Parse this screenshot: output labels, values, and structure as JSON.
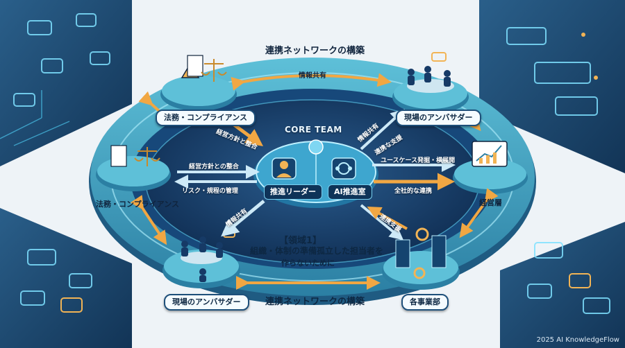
{
  "titles": {
    "top": "連携ネットワークの構築",
    "bottom": "連携ネットワークの構築",
    "core": "CORE TEAM"
  },
  "center": {
    "leader": "推進リーダー",
    "ai_office": "AI推進室",
    "area_title": "【領域1】",
    "area_line1": "組織・体制の準備孤立した担当者を",
    "area_line2": "作らないために"
  },
  "nodes": {
    "legal_top": "法務・コンプライアンス",
    "ambassador_top": "現場のアンバサダー",
    "legal_left": "法務・コンプライアンス",
    "management": "経営層",
    "ambassador_bottom": "現場のアンバサダー",
    "business": "各事業部"
  },
  "flows": {
    "info_share_top": "情報共有",
    "mgmt_policy_diag": "経営方針と整合",
    "info_share_diag": "情報共有",
    "support": "連携な支援",
    "mgmt_policy": "経営方針との整合",
    "usecase": "ユースケース発掘・横展開",
    "risk": "リスク・規程の管理",
    "company_collab": "全社的な連携",
    "info_share_lower": "情報共有",
    "collab_support": "連携支援"
  },
  "footer": "2025 AI KnowledgeFlow",
  "colors": {
    "ring": "#3d9fbd",
    "center": "#163a66",
    "arrow": "#f1a743",
    "accent": "#5fd0f0"
  }
}
